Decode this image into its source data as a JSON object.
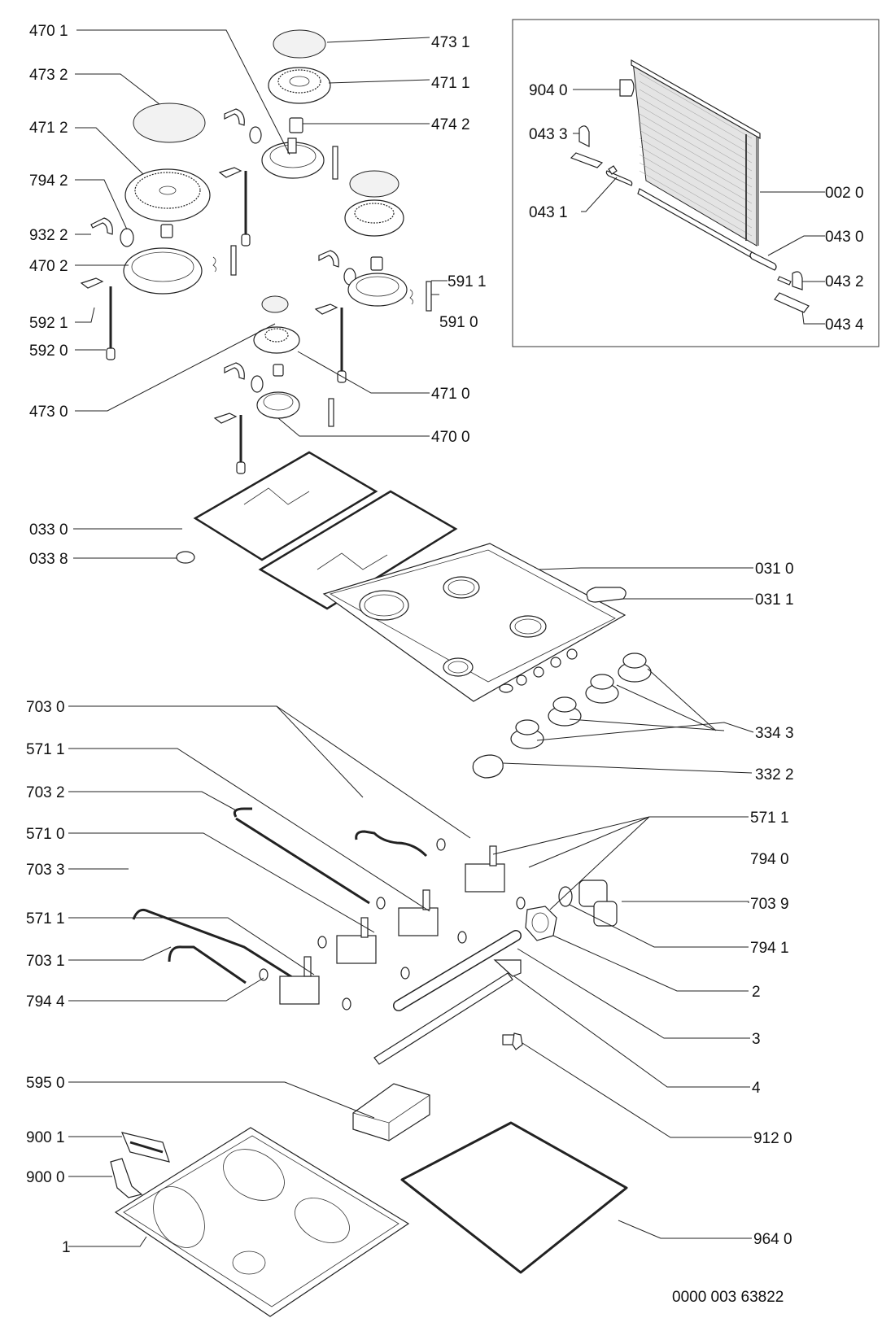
{
  "diagram": {
    "title": "Exploded parts diagram — gas hob",
    "drawing_number": "0000 003 63822",
    "inset_panel": {
      "labels": [
        "904 0",
        "043 3",
        "043 1",
        "002 0",
        "043 0",
        "043 2",
        "043 4"
      ]
    },
    "callouts": [
      {
        "id": "470-1",
        "label": "470 1",
        "side": "left"
      },
      {
        "id": "473-2",
        "label": "473 2",
        "side": "left"
      },
      {
        "id": "471-2",
        "label": "471 2",
        "side": "left"
      },
      {
        "id": "794-2",
        "label": "794 2",
        "side": "left"
      },
      {
        "id": "932-2",
        "label": "932 2",
        "side": "left"
      },
      {
        "id": "470-2",
        "label": "470 2",
        "side": "left"
      },
      {
        "id": "592-1",
        "label": "592 1",
        "side": "left"
      },
      {
        "id": "592-0",
        "label": "592 0",
        "side": "left"
      },
      {
        "id": "473-0",
        "label": "473 0",
        "side": "left"
      },
      {
        "id": "473-1",
        "label": "473 1",
        "side": "right"
      },
      {
        "id": "471-1",
        "label": "471 1",
        "side": "right"
      },
      {
        "id": "474-2",
        "label": "474 2",
        "side": "right"
      },
      {
        "id": "591-1",
        "label": "591 1",
        "side": "right"
      },
      {
        "id": "591-0",
        "label": "591 0",
        "side": "right"
      },
      {
        "id": "471-0",
        "label": "471 0",
        "side": "right"
      },
      {
        "id": "470-0",
        "label": "470 0",
        "side": "right"
      },
      {
        "id": "033-0",
        "label": "033 0",
        "side": "left"
      },
      {
        "id": "033-8",
        "label": "033 8",
        "side": "left"
      },
      {
        "id": "031-0",
        "label": "031 0",
        "side": "right"
      },
      {
        "id": "031-1",
        "label": "031 1",
        "side": "right"
      },
      {
        "id": "334-3",
        "label": "334 3",
        "side": "right"
      },
      {
        "id": "332-2",
        "label": "332 2",
        "side": "right"
      },
      {
        "id": "703-0",
        "label": "703 0",
        "side": "left"
      },
      {
        "id": "571-1a",
        "label": "571 1",
        "side": "left"
      },
      {
        "id": "703-2",
        "label": "703 2",
        "side": "left"
      },
      {
        "id": "571-0",
        "label": "571 0",
        "side": "left"
      },
      {
        "id": "703-3",
        "label": "703 3",
        "side": "left"
      },
      {
        "id": "571-1b",
        "label": "571 1",
        "side": "left"
      },
      {
        "id": "703-1",
        "label": "703 1",
        "side": "left"
      },
      {
        "id": "794-4",
        "label": "794 4",
        "side": "left"
      },
      {
        "id": "571-1c",
        "label": "571 1",
        "side": "right"
      },
      {
        "id": "794-0",
        "label": "794 0",
        "side": "right"
      },
      {
        "id": "703-9",
        "label": "703 9",
        "side": "right"
      },
      {
        "id": "794-1",
        "label": "794 1",
        "side": "right"
      },
      {
        "id": "2",
        "label": "2",
        "side": "right"
      },
      {
        "id": "3",
        "label": "3",
        "side": "right"
      },
      {
        "id": "4",
        "label": "4",
        "side": "right"
      },
      {
        "id": "595-0",
        "label": "595 0",
        "side": "left"
      },
      {
        "id": "900-1",
        "label": "900 1",
        "side": "left"
      },
      {
        "id": "900-0",
        "label": "900 0",
        "side": "left"
      },
      {
        "id": "1",
        "label": "1",
        "side": "left"
      },
      {
        "id": "912-0",
        "label": "912 0",
        "side": "right"
      },
      {
        "id": "964-0",
        "label": "964 0",
        "side": "right"
      }
    ]
  }
}
